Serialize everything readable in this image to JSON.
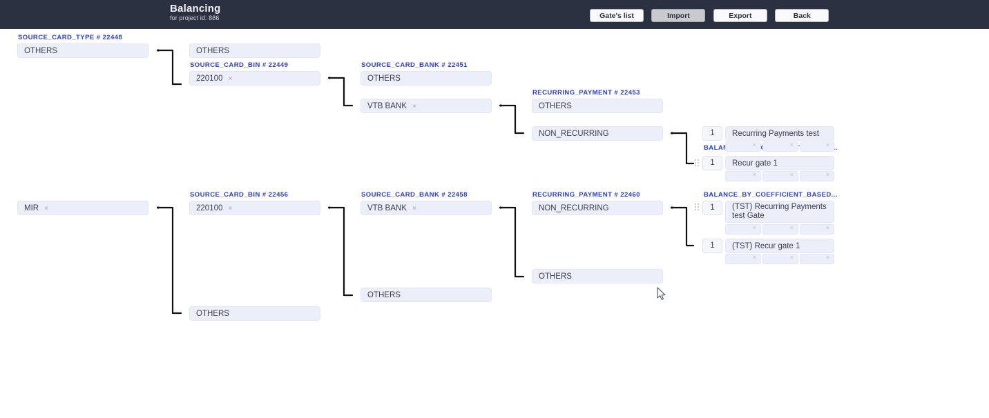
{
  "header": {
    "title": "Balancing",
    "subtitle": "for project id: 886",
    "buttons": [
      {
        "label": "Gate's list",
        "active": false
      },
      {
        "label": "Import",
        "active": true
      },
      {
        "label": "Export",
        "active": false
      },
      {
        "label": "Back",
        "active": false
      }
    ]
  },
  "colors": {
    "topbar": "#2b3140",
    "label_blue": "#2c41c8",
    "node_bg": "#eceefa",
    "node_text": "#3a3f4b",
    "connector": "#111111"
  },
  "icons": {
    "remove": "×",
    "drag_handle": "drag-handle-icon"
  },
  "row1": {
    "labels": {
      "card_type": "SOURCE_CARD_TYPE # 22448",
      "card_bin": "SOURCE_CARD_BIN # 22449",
      "card_bank": "SOURCE_CARD_BANK # 22451",
      "recurring": "RECURRING_PAYMENT # 22453",
      "balance": "BALANCE_BY_COEFFICIENT_BASED..."
    },
    "card_type": [
      {
        "value": "OTHERS",
        "removable": false
      }
    ],
    "card_bin": [
      {
        "value": "OTHERS",
        "removable": false
      },
      {
        "value": "220100",
        "removable": true
      }
    ],
    "card_bank": [
      {
        "value": "OTHERS",
        "removable": false
      },
      {
        "value": "VTB BANK",
        "removable": true
      }
    ],
    "recurring": [
      {
        "value": "OTHERS",
        "removable": false
      },
      {
        "value": "NON_RECURRING",
        "removable": false
      }
    ],
    "gates": [
      {
        "coefficient": "1",
        "name": "Recurring Payments test Gate",
        "has_handle": false,
        "lines": 1
      },
      {
        "coefficient": "1",
        "name": "Recur gate 1",
        "has_handle": true,
        "lines": 1
      }
    ]
  },
  "row2": {
    "labels": {
      "card_bin": "SOURCE_CARD_BIN # 22456",
      "card_bank": "SOURCE_CARD_BANK # 22458",
      "recurring": "RECURRING_PAYMENT # 22460",
      "balance": "BALANCE_BY_COEFFICIENT_BASED..."
    },
    "card_type": [
      {
        "value": "MIR",
        "removable": true
      }
    ],
    "card_bin": [
      {
        "value": "220100",
        "removable": true
      },
      {
        "value": "OTHERS",
        "removable": false
      }
    ],
    "card_bank": [
      {
        "value": "VTB BANK",
        "removable": true
      },
      {
        "value": "OTHERS",
        "removable": false
      }
    ],
    "recurring": [
      {
        "value": "NON_RECURRING",
        "removable": false
      },
      {
        "value": "OTHERS",
        "removable": false
      }
    ],
    "gates": [
      {
        "coefficient": "1",
        "name": "(TST) Recurring Payments test Gate",
        "has_handle": true,
        "lines": 2
      },
      {
        "coefficient": "1",
        "name": "(TST) Recur gate 1",
        "has_handle": false,
        "lines": 1
      }
    ]
  }
}
